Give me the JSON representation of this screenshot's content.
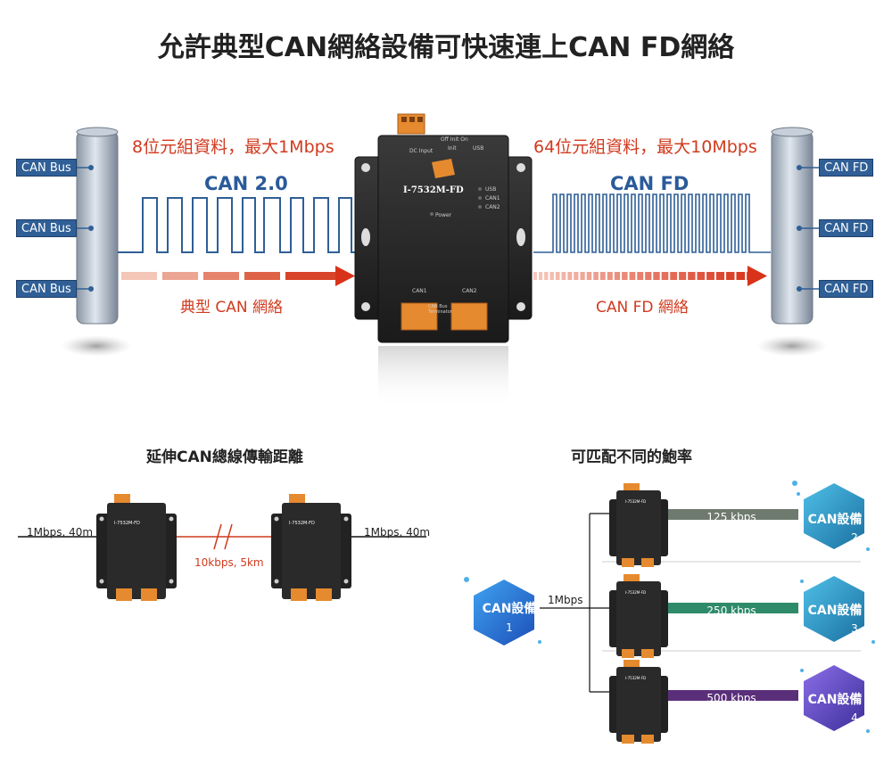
{
  "title": "允許典型CAN網絡設備可快速連上CAN FD網絡",
  "top": {
    "left_tags": [
      "CAN Bus",
      "CAN Bus",
      "CAN Bus"
    ],
    "right_tags": [
      "CAN FD",
      "CAN FD",
      "CAN FD"
    ],
    "left_rate": "8位元組資料，最大1Mbps",
    "right_rate": "64位元組資料，最大10Mbps",
    "left_protocol": "CAN 2.0",
    "right_protocol": "CAN FD",
    "left_network": "典型 CAN 網絡",
    "right_network": "CAN FD 網絡",
    "device_model": "I-7532M-FD",
    "device_labels": {
      "dc_input": "DC Input",
      "off_init_on": "Off Init On",
      "init": "Init",
      "usb": "USB",
      "power": "Power",
      "led_usb": "USB",
      "led_can1": "CAN1",
      "led_can2": "CAN2",
      "can1": "CAN1",
      "can2": "CAN2",
      "terminator": "CAN Bus Terminator"
    }
  },
  "bottom_left": {
    "title": "延伸CAN總線傳輸距離",
    "left_label": "1Mbps, 40m",
    "right_label": "1Mbps, 40m",
    "link_label": "10kbps, 5km",
    "device_model": "I-7532M-FD"
  },
  "bottom_right": {
    "title": "可匹配不同的鮑率",
    "source_label": "CAN設備",
    "source_num": "1",
    "source_rate": "1Mbps",
    "device_model": "I-7532M-FD",
    "targets": [
      {
        "label": "CAN設備",
        "num": "2",
        "rate": "125 kbps"
      },
      {
        "label": "CAN設備",
        "num": "3",
        "rate": "250 kbps"
      },
      {
        "label": "CAN設備",
        "num": "4",
        "rate": "500 kbps"
      }
    ]
  },
  "colors": {
    "accent_red": "#d13a1e",
    "accent_blue": "#2a5a9a",
    "tag_blue": "#2f5f96",
    "link_gray": "#6f7a6f",
    "link_green": "#2f8a6a",
    "link_purple": "#5a2f7a"
  }
}
